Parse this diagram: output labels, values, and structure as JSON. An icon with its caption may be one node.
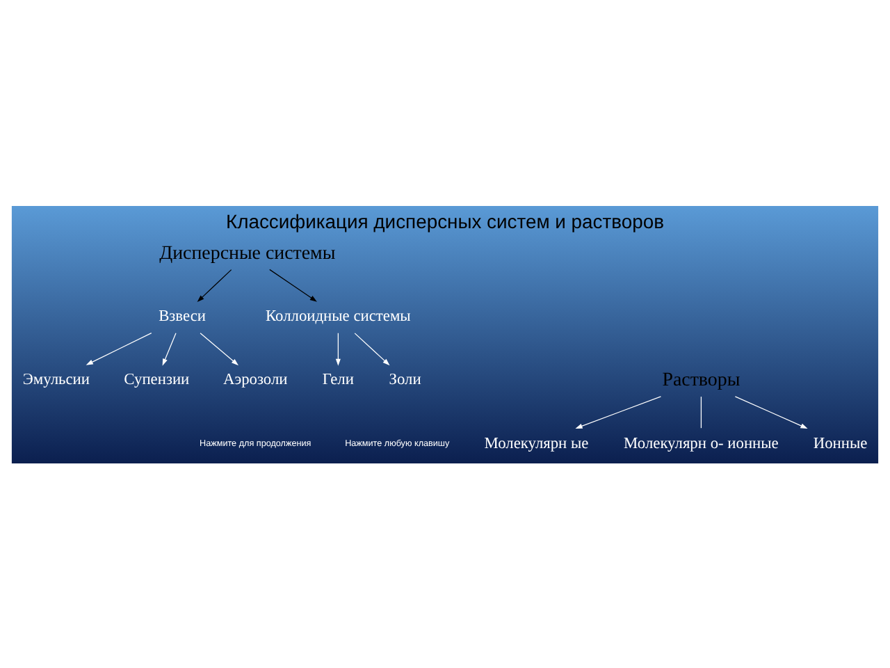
{
  "diagram": {
    "title": "Классификация дисперсных систем и растворов",
    "nodes": [
      {
        "text": [
          "Дисперсные системы"
        ]
      },
      {
        "text": [
          "Растворы"
        ]
      },
      {
        "text": [
          "Взвеси"
        ]
      },
      {
        "text": [
          "Коллоидные системы"
        ]
      },
      {
        "text": [
          "Молекулярн ые"
        ]
      },
      {
        "text": [
          "Молекулярн о- ионные"
        ]
      },
      {
        "text": [
          "Гели"
        ]
      },
      {
        "text": [
          "Золи"
        ]
      },
      {
        "text": [
          "Эмульсии"
        ]
      },
      {
        "text": [
          "Ионные"
        ]
      },
      {
        "text": [
          "Супензии"
        ]
      },
      {
        "text": [
          "Аэрозоли"
        ]
      }
    ],
    "edges": [
      {
        "from": 0,
        "to": 2,
        "arrow": "to",
        "color": "#000000"
      },
      {
        "from": 0,
        "to": 3,
        "arrow": "to",
        "color": "#000000"
      },
      {
        "from": 1,
        "to": 4,
        "arrow": "to"
      },
      {
        "from": 1,
        "to": 5,
        "arrow": "none"
      },
      {
        "from": 1,
        "to": 9,
        "arrow": "to"
      },
      {
        "from": 3,
        "to": 6,
        "arrow": "to"
      },
      {
        "from": 3,
        "to": 7,
        "arrow": "to"
      },
      {
        "from": 2,
        "to": 8,
        "arrow": "to"
      },
      {
        "from": 2,
        "to": 10,
        "arrow": "to"
      },
      {
        "from": 2,
        "to": 11,
        "arrow": "to"
      }
    ],
    "labels": [
      "Нажмите для продолжения",
      "Нажмите любую клавишу"
    ]
  }
}
